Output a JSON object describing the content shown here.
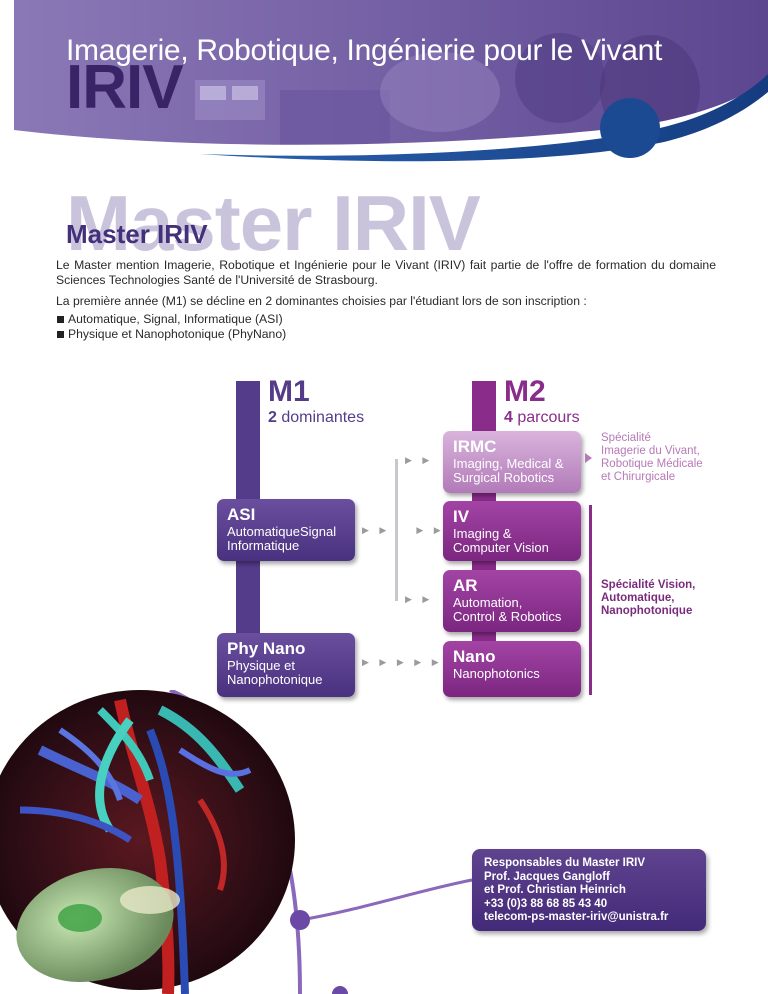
{
  "banner": {
    "title": "Imagerie, Robotique, Ingénierie pour le Vivant",
    "logo": "IRIV"
  },
  "heading": {
    "background_text": "Master IRIV",
    "title": "Master IRIV"
  },
  "intro": {
    "paragraph1": "Le Master mention Imagerie, Robotique et Ingénierie pour le Vivant (IRIV) fait partie de l'offre de formation du domaine Sciences Technologies Santé de l'Université de Strasbourg.",
    "paragraph2": "La première année (M1) se décline en 2 dominantes choisies par l'étudiant lors de son inscription :",
    "bullets": [
      "Automatique, Signal, Informatique (ASI)",
      "Physique et Nanophotonique (PhyNano)"
    ]
  },
  "diagram": {
    "m1": {
      "title": "M1",
      "count": "2",
      "subtitle": "dominantes"
    },
    "m2": {
      "title": "M2",
      "count": "4",
      "subtitle": "parcours"
    },
    "m1_boxes": [
      {
        "title": "ASI",
        "desc": "AutomatiqueSignal\nInformatique"
      },
      {
        "title": "Phy Nano",
        "desc": "Physique et\nNanophotonique"
      }
    ],
    "m2_boxes": [
      {
        "title": "IRMC",
        "desc": "Imaging, Medical &\nSurgical Robotics"
      },
      {
        "title": "IV",
        "desc": "Imaging &\nComputer Vision"
      },
      {
        "title": "AR",
        "desc": "Automation,\nControl & Robotics"
      },
      {
        "title": "Nano",
        "desc": "Nanophotonics"
      }
    ],
    "specialite1": "Spécialité\nImagerie du Vivant,\nRobotique Médicale\net Chirurgicale",
    "specialite2": "Spécialité Vision,\nAutomatique,\nNanophotonique"
  },
  "contact": {
    "lines": [
      "Responsables du Master IRIV",
      "Prof.  Jacques Gangloff",
      "et Prof. Christian Heinrich",
      "+33 (0)3 88 68 85 43 40",
      "telecom-ps-master-iriv@unistra.fr"
    ]
  },
  "colors": {
    "m1_purple": "#553c8a",
    "m2_purple": "#8a2c8a",
    "banner_purple": "#7a64a8",
    "accent_blue": "#1c4a92"
  }
}
